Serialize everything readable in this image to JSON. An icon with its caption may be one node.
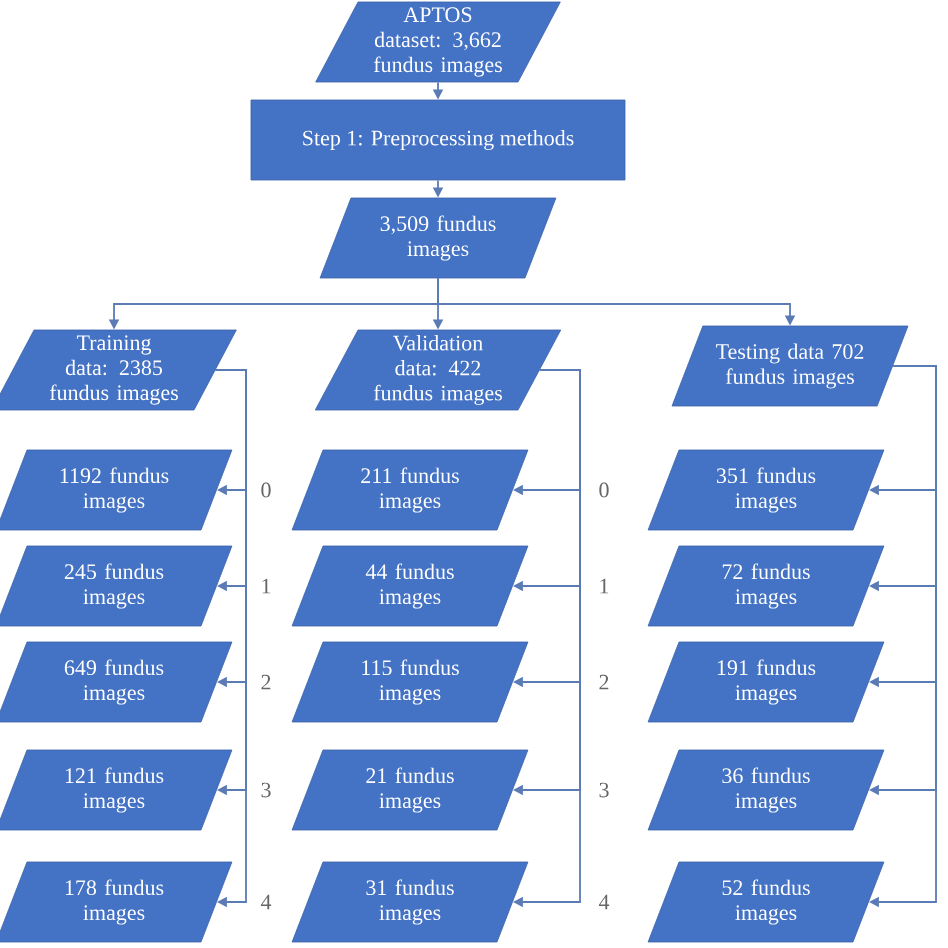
{
  "diagram": {
    "nodes": [
      {
        "text": [
          "APTOS dataset: 3,662 fundus images"
        ]
      },
      {
        "text": [
          "Step 1: Preprocessing methods"
        ]
      },
      {
        "text": [
          "3,509 fundus images"
        ]
      },
      {
        "text": [
          "Training data: 2385 fundus images"
        ]
      },
      {
        "text": [
          "Validation data: 422 fundus images"
        ]
      },
      {
        "text": [
          "Testing data 702 fundus images"
        ]
      },
      {
        "text": [
          "1192 fundus images"
        ]
      },
      {
        "text": [
          "245 fundus images"
        ]
      },
      {
        "text": [
          "649 fundus images"
        ]
      },
      {
        "text": [
          "121 fundus images"
        ]
      },
      {
        "text": [
          "178 fundus images"
        ]
      },
      {
        "text": [
          "211 fundus images"
        ]
      },
      {
        "text": [
          "44 fundus images"
        ]
      },
      {
        "text": [
          "115 fundus images"
        ]
      },
      {
        "text": [
          "21 fundus images"
        ]
      },
      {
        "text": [
          "31 fundus images"
        ]
      },
      {
        "text": [
          "351 fundus images"
        ]
      },
      {
        "text": [
          "72 fundus images"
        ]
      },
      {
        "text": [
          "191 fundus images"
        ]
      },
      {
        "text": [
          "36 fundus images"
        ]
      },
      {
        "text": [
          "52 fundus images"
        ]
      }
    ],
    "edges": [
      {
        "from": 0,
        "to": 1,
        "arrow": "to"
      },
      {
        "from": 1,
        "to": 2,
        "arrow": "to"
      },
      {
        "from": 2,
        "to": 3,
        "arrow": "to"
      },
      {
        "from": 2,
        "to": 4,
        "arrow": "to"
      },
      {
        "from": 2,
        "to": 5,
        "arrow": "to"
      },
      {
        "from": 3,
        "to": 6,
        "arrow": "to"
      },
      {
        "from": 3,
        "to": 7,
        "arrow": "to"
      },
      {
        "from": 3,
        "to": 8,
        "arrow": "to"
      },
      {
        "from": 3,
        "to": 9,
        "arrow": "to"
      },
      {
        "from": 3,
        "to": 10,
        "arrow": "to"
      },
      {
        "from": 4,
        "to": 11,
        "arrow": "to"
      },
      {
        "from": 4,
        "to": 12,
        "arrow": "to"
      },
      {
        "from": 4,
        "to": 13,
        "arrow": "to"
      },
      {
        "from": 4,
        "to": 14,
        "arrow": "to"
      },
      {
        "from": 4,
        "to": 15,
        "arrow": "to"
      },
      {
        "from": 5,
        "to": 16,
        "arrow": "to"
      },
      {
        "from": 5,
        "to": 17,
        "arrow": "to"
      },
      {
        "from": 5,
        "to": 18,
        "arrow": "to"
      },
      {
        "from": 5,
        "to": 19,
        "arrow": "to"
      },
      {
        "from": 5,
        "to": 20,
        "arrow": "to"
      }
    ],
    "labels": [
      "0",
      "0",
      "1",
      "1",
      "2",
      "2",
      "3",
      "3",
      "4",
      "4"
    ]
  }
}
